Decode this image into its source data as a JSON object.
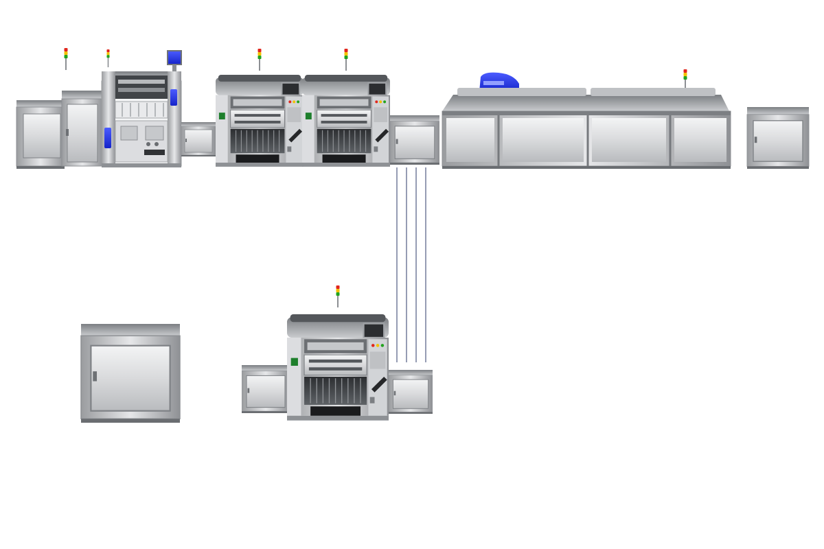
{
  "scene": {
    "background": "#ffffff",
    "colors": {
      "frame": "#a7a9ac",
      "panel": "#e4e5e7",
      "panel_dark": "#5c5f63",
      "beam_dark": "#3f4246",
      "screen_blue": "#2a3cff",
      "light_red": "#e1261c",
      "light_yellow": "#f2c100",
      "light_green": "#22a31f",
      "link_line": "#2b3a67"
    },
    "equipment": [
      {
        "name": "loader-unit",
        "icon": "board-loader-icon"
      },
      {
        "name": "solder-paste-printer",
        "icon": "screen-printer-icon"
      },
      {
        "name": "conveyor-module-1",
        "icon": "conveyor-icon"
      },
      {
        "name": "pick-and-place-machine-1",
        "icon": "pick-and-place-icon"
      },
      {
        "name": "pick-and-place-machine-2",
        "icon": "pick-and-place-icon"
      },
      {
        "name": "conveyor-module-2",
        "icon": "conveyor-icon"
      },
      {
        "name": "reflow-oven",
        "icon": "reflow-oven-icon"
      },
      {
        "name": "unloader-unit",
        "icon": "board-unloader-icon"
      },
      {
        "name": "standalone-buffer-unit",
        "icon": "buffer-station-icon"
      },
      {
        "name": "side-conveyor-module",
        "icon": "conveyor-icon"
      },
      {
        "name": "pick-and-place-machine-3",
        "icon": "pick-and-place-icon"
      },
      {
        "name": "link-conveyor-module",
        "icon": "conveyor-icon"
      }
    ],
    "links": {
      "name": "cable-links",
      "count": 4
    }
  }
}
